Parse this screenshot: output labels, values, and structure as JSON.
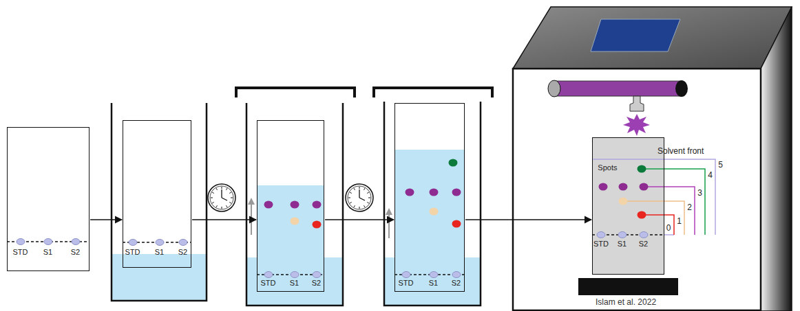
{
  "diagram": {
    "nodes": [
      {
        "text": [
          "STD",
          "S1",
          "S2"
        ]
      },
      {
        "text": [
          "STD",
          "S1",
          "S2"
        ]
      },
      {
        "text": [
          "STD",
          "S1",
          "S2"
        ]
      },
      {
        "text": [
          "STD",
          "S1",
          "S2"
        ]
      },
      {
        "text": [
          "Spots",
          "STD",
          "S1",
          "S2"
        ]
      }
    ],
    "edges": [
      {
        "from": 0,
        "to": 1,
        "arrow": "to"
      },
      {
        "from": 1,
        "to": 2,
        "arrow": "to"
      },
      {
        "from": 2,
        "to": 3,
        "arrow": "to"
      },
      {
        "from": 3,
        "to": 4,
        "arrow": "to"
      }
    ],
    "labels": [
      "Solvent front",
      "5",
      "4",
      "3",
      "2",
      "1",
      "0",
      "Islam et al. 2022"
    ]
  }
}
